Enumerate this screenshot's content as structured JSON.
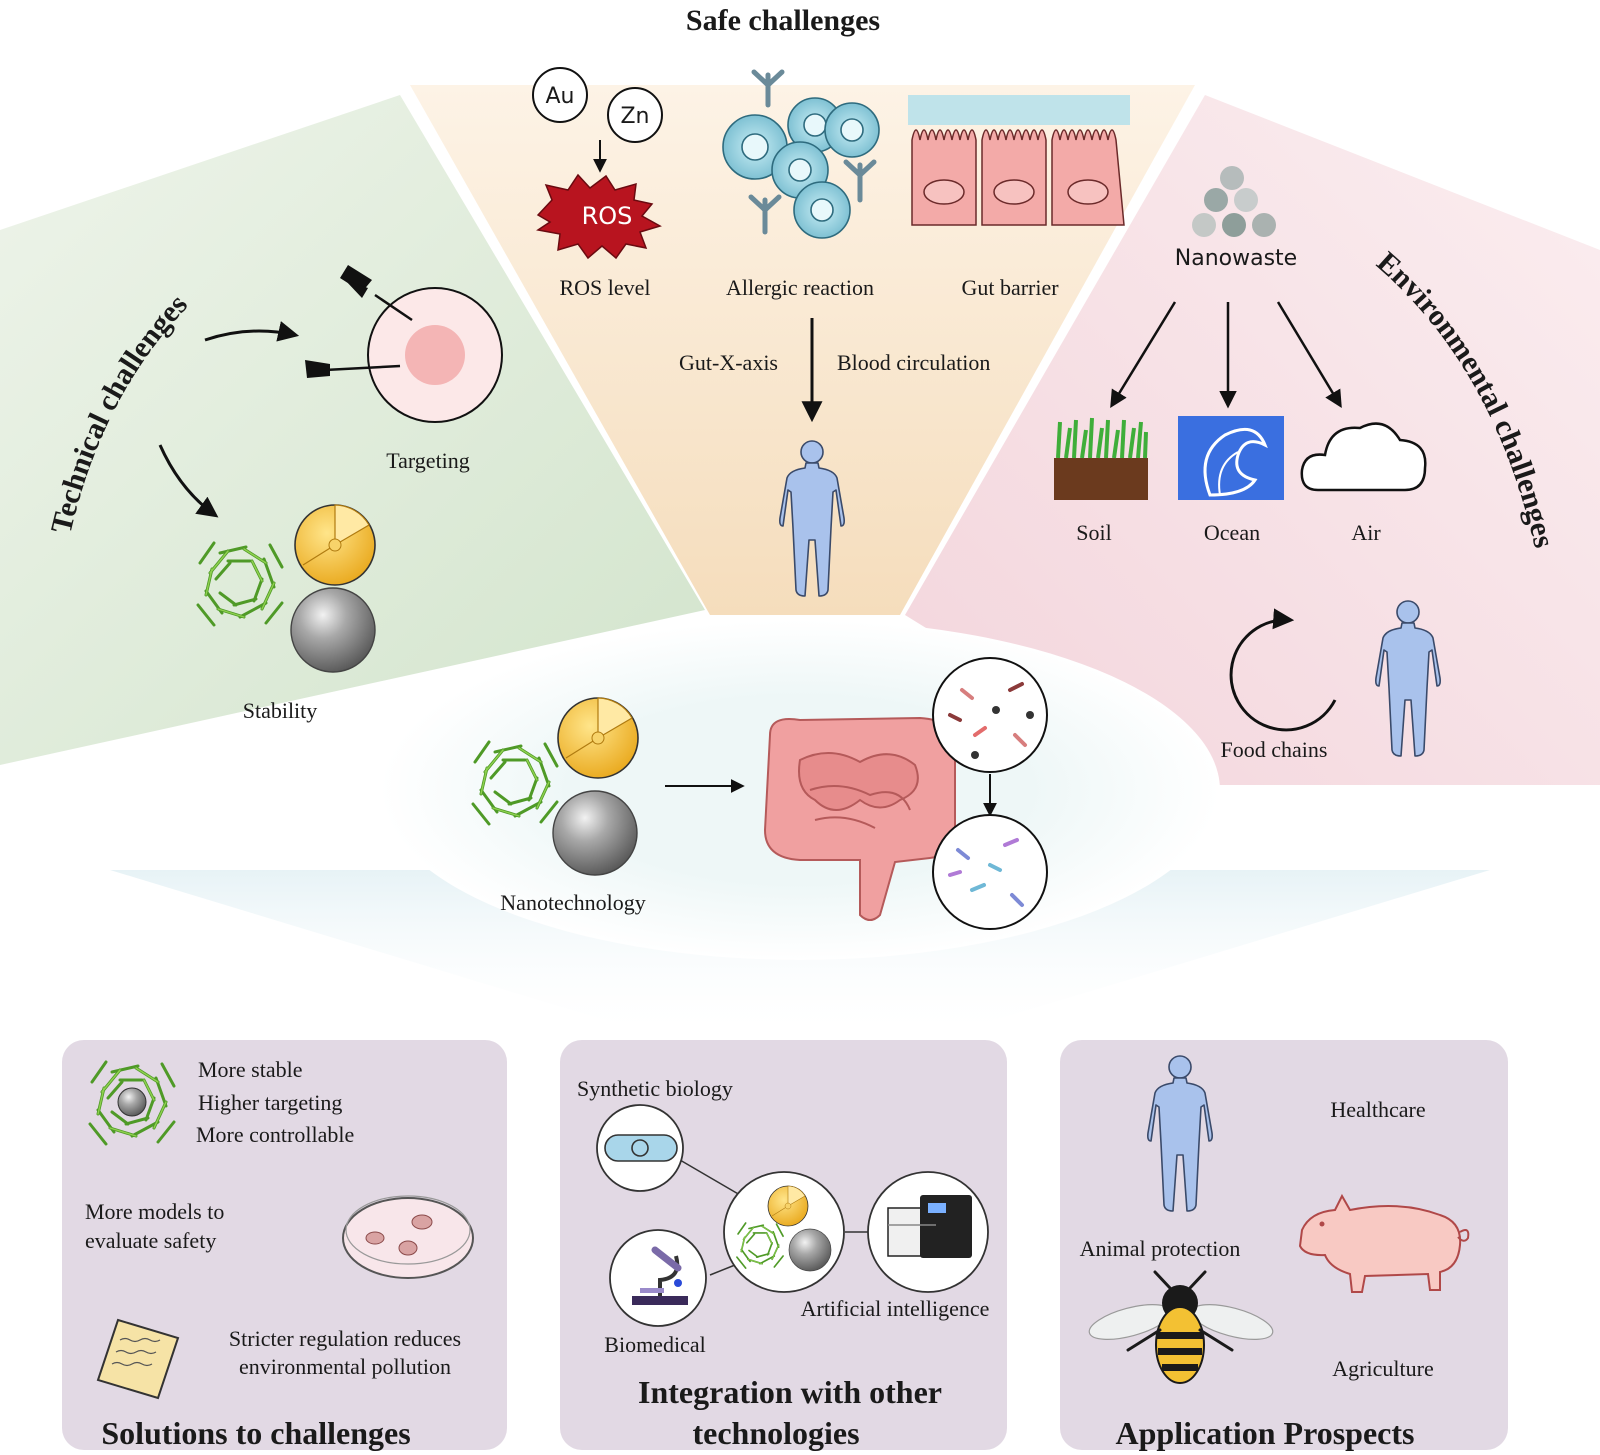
{
  "safe": {
    "title": "Safe challenges",
    "au": "Au",
    "zn": "Zn",
    "ros": "ROS",
    "ros_level": "ROS level",
    "allergic": "Allergic reaction",
    "gut_barrier": "Gut barrier",
    "gut_x_axis": "Gut-X-axis",
    "blood": "Blood circulation"
  },
  "technical": {
    "title": "Technical challenges",
    "targeting": "Targeting",
    "stability": "Stability"
  },
  "environmental": {
    "title": "Environmental challenges",
    "nanowaste": "Nanowaste",
    "soil": "Soil",
    "ocean": "Ocean",
    "air": "Air",
    "food_chains": "Food chains"
  },
  "center": {
    "nanotechnology": "Nanotechnology"
  },
  "solutions": {
    "title": "Solutions to challenges",
    "stable": "More stable",
    "targeting": "Higher targeting",
    "controllable": "More controllable",
    "models_1": "More models to",
    "models_2": "evaluate safety",
    "regulation_1": "Stricter regulation reduces",
    "regulation_2": "environmental pollution"
  },
  "integration": {
    "title_1": "Integration with other",
    "title_2": "technologies",
    "synbio": "Synthetic biology",
    "ai": "Artificial intelligence",
    "biomedical": "Biomedical"
  },
  "prospects": {
    "title": "Application Prospects",
    "healthcare": "Healthcare",
    "animal": "Animal protection",
    "agriculture": "Agriculture"
  },
  "colors": {
    "technical_bg": "#d9e8d2",
    "safe_bg": "#f9e4c8",
    "env_bg": "#f6dde3",
    "box_bg": "#e2d9e4",
    "human": "#a9c2ec",
    "nano_green": "#5fae2e",
    "gold": "#f2c12e",
    "sphere_gray": "#8a8a8a"
  }
}
